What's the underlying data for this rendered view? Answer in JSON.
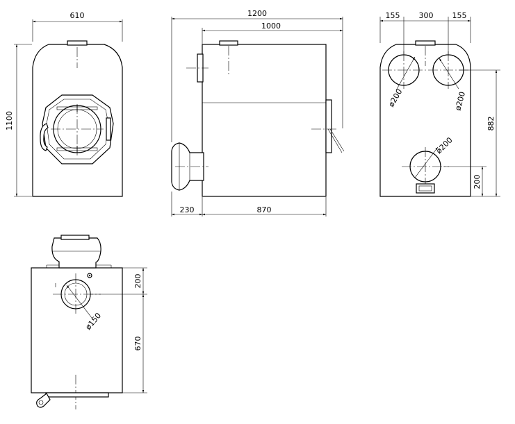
{
  "dimensions": {
    "front_width": "610",
    "front_height": "1100",
    "side_total": "1200",
    "side_body": "1000",
    "side_front_ext": "230",
    "side_depth": "870",
    "back_left": "155",
    "back_mid": "300",
    "back_right": "155",
    "back_height": "882",
    "back_bottom": "200",
    "back_dia_left": "ø200",
    "back_dia_right": "ø200",
    "back_dia_bottom": "ø200",
    "top_offset": "200",
    "top_depth": "670",
    "top_dia": "ø150"
  }
}
